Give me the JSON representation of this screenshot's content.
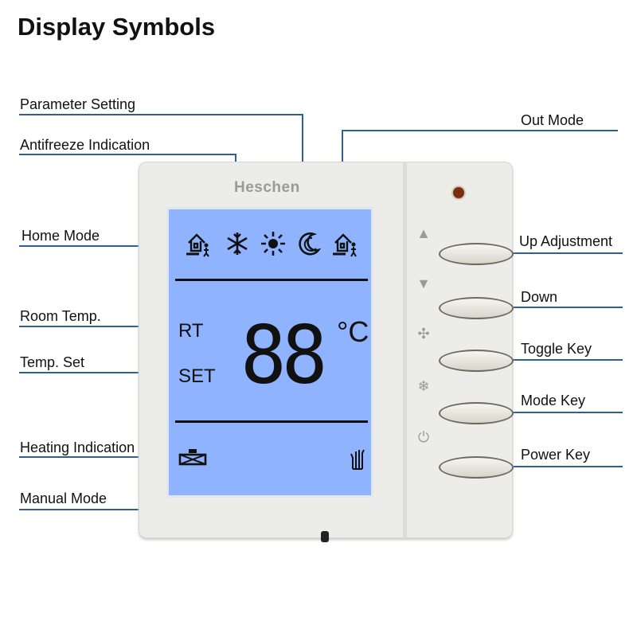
{
  "title": "Display Symbols",
  "callouts": {
    "parameter_setting": "Parameter Setting",
    "antifreeze": "Antifreeze Indication",
    "home_mode": "Home Mode",
    "room_temp": "Room Temp.",
    "temp_set": "Temp. Set",
    "heating": "Heating Indication",
    "manual_mode": "Manual Mode",
    "out_mode": "Out Mode",
    "up": "Up Adjustment",
    "down": "Down",
    "toggle": "Toggle Key",
    "mode": "Mode Key",
    "power": "Power Key"
  },
  "device": {
    "brand": "Heschen",
    "rt_label": "RT",
    "set_label": "SET",
    "digits": "88",
    "unit": "°C"
  },
  "colors": {
    "lcd": "#8fb3ff",
    "callout_line": "#2d5f9a",
    "led": "#7a2e10"
  },
  "icons": {
    "home": "home-person-icon",
    "snowflake": "snowflake-icon",
    "sun": "sun-icon",
    "moon": "moon-icon",
    "out": "out-home-icon",
    "valve": "valve-icon",
    "hand": "hand-icon",
    "up": "up-arrow-icon",
    "down": "down-arrow-icon",
    "fan": "fan-icon",
    "mode": "snowflake-mode-icon",
    "power": "power-icon"
  }
}
